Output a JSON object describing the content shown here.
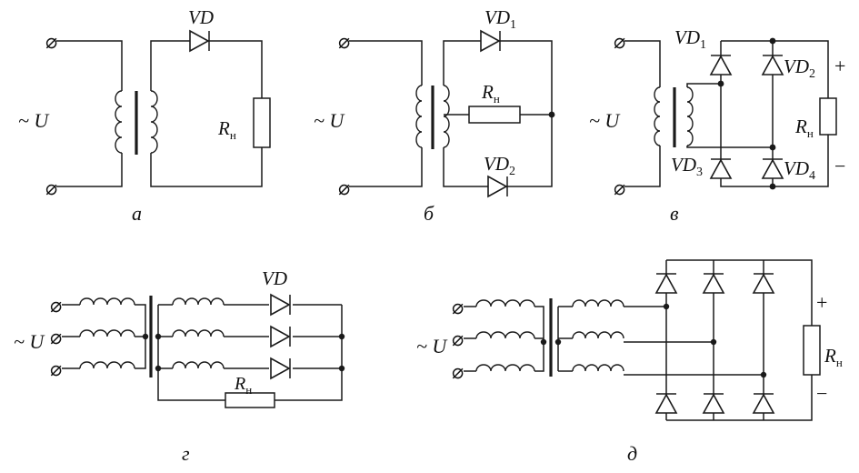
{
  "source_symbol": "~ U",
  "panels": {
    "a": {
      "caption": "а",
      "diode": "VD",
      "load": "R",
      "load_sub": "н"
    },
    "b": {
      "caption": "б",
      "diode1": "VD",
      "diode1_sub": "1",
      "diode2": "VD",
      "diode2_sub": "2",
      "load": "R",
      "load_sub": "н"
    },
    "v": {
      "caption": "в",
      "d1": "VD",
      "d1_sub": "1",
      "d2": "VD",
      "d2_sub": "2",
      "d3": "VD",
      "d3_sub": "3",
      "d4": "VD",
      "d4_sub": "4",
      "load": "R",
      "load_sub": "н",
      "plus": "+",
      "minus": "−"
    },
    "g": {
      "caption": "г",
      "diode": "VD",
      "load": "R",
      "load_sub": "н"
    },
    "d": {
      "caption": "д",
      "load": "R",
      "load_sub": "н",
      "plus": "+",
      "minus": "−"
    }
  }
}
